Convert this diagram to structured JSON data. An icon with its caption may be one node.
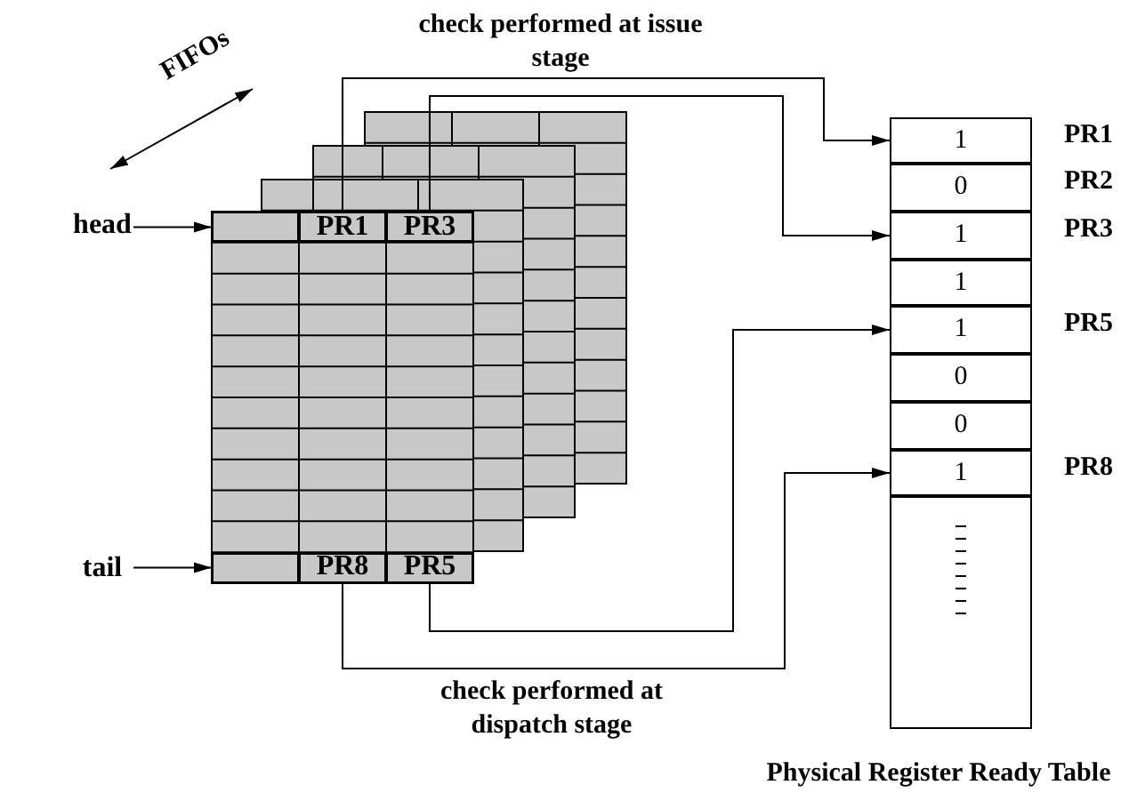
{
  "diagram": {
    "nodes": [
      {
        "text": [
          "head"
        ]
      },
      {
        "text": [],
        "shape": "box"
      },
      {
        "text": [
          "PR1"
        ]
      },
      {
        "text": [
          "PR3"
        ]
      },
      {
        "text": [
          "tail"
        ]
      },
      {
        "text": [],
        "shape": "box"
      },
      {
        "text": [
          "PR8"
        ]
      },
      {
        "text": [
          "PR5"
        ]
      },
      {
        "text": [
          "1"
        ],
        "beside": [
          "PR1"
        ]
      },
      {
        "text": [
          "0"
        ],
        "beside": [
          "PR2"
        ]
      },
      {
        "text": [
          "1"
        ],
        "beside": [
          "PR3"
        ]
      },
      {
        "text": [
          "1"
        ]
      },
      {
        "text": [
          "1"
        ],
        "beside": [
          "PR5"
        ]
      },
      {
        "text": [
          "0"
        ]
      },
      {
        "text": [
          "0"
        ]
      },
      {
        "text": [
          "1"
        ],
        "beside": [
          "PR8"
        ]
      },
      {
        "text": [],
        "shape": "box"
      }
    ],
    "edges": [
      {
        "from": 0,
        "to": 1,
        "arrow": "to"
      },
      {
        "from": 4,
        "to": 5,
        "arrow": "to"
      },
      {
        "from": 2,
        "to": 8,
        "arrow": "to"
      },
      {
        "from": 3,
        "to": 10,
        "arrow": "to"
      },
      {
        "from": 6,
        "to": 15,
        "arrow": "to"
      },
      {
        "from": 7,
        "to": 12,
        "arrow": "to"
      }
    ],
    "labels": [
      "FIFOs",
      "check performed at issue stage",
      "check performed at dispatch stage",
      "Physical Register Ready Table"
    ]
  }
}
